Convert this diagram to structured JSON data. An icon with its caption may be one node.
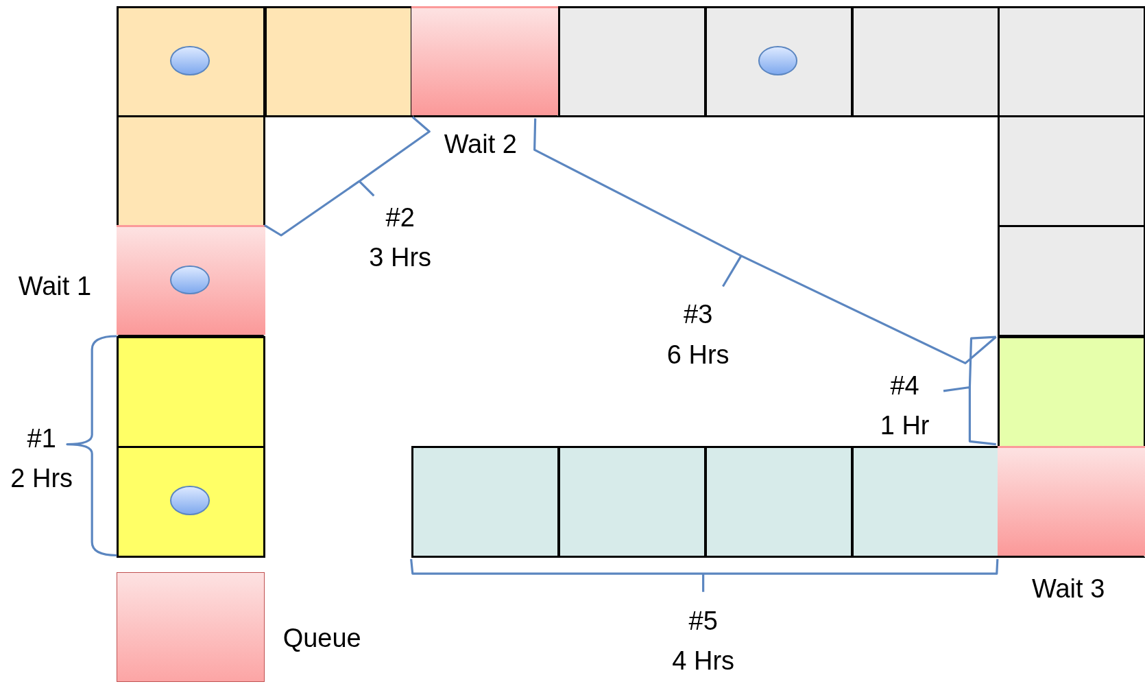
{
  "diagram": {
    "nodes": [
      {
        "text": [],
        "shape": "box"
      },
      {
        "text": [],
        "shape": "circle",
        "in": 0
      },
      {
        "text": [],
        "shape": "box"
      },
      {
        "text": [],
        "shape": "box",
        "beside": [
          "Wait 2"
        ]
      },
      {
        "text": [],
        "shape": "box"
      },
      {
        "text": [],
        "shape": "box"
      },
      {
        "text": [],
        "shape": "circle",
        "in": 5
      },
      {
        "text": [],
        "shape": "box"
      },
      {
        "text": [],
        "shape": "box"
      },
      {
        "text": [],
        "shape": "box"
      },
      {
        "text": [],
        "shape": "box"
      },
      {
        "text": [],
        "shape": "box",
        "beside": [
          "Wait 1"
        ]
      },
      {
        "text": [],
        "shape": "circle",
        "in": 11
      },
      {
        "text": [],
        "shape": "box"
      },
      {
        "text": [],
        "shape": "box"
      },
      {
        "text": [],
        "shape": "box"
      },
      {
        "text": [],
        "shape": "box"
      },
      {
        "text": [],
        "shape": "circle",
        "in": 16
      },
      {
        "text": [],
        "shape": "box"
      },
      {
        "text": [],
        "shape": "box"
      },
      {
        "text": [],
        "shape": "box"
      },
      {
        "text": [],
        "shape": "box"
      },
      {
        "text": [],
        "shape": "box",
        "beside": [
          "Wait 3"
        ]
      }
    ],
    "labels": [
      "#1",
      "2 Hrs",
      "#2",
      "3 Hrs",
      "#3",
      "6 Hrs",
      "#4",
      "1 Hr",
      "#5",
      "4 Hrs"
    ],
    "legend": [
      {
        "text": "Queue",
        "color": "#fca5a5"
      }
    ]
  }
}
